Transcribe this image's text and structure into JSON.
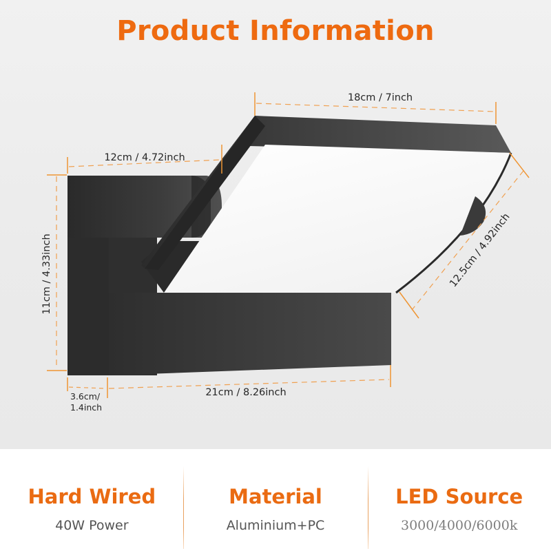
{
  "header": {
    "title": "Product Information"
  },
  "dimensions": {
    "top_width": "18cm / 7inch",
    "back_plate_width": "12cm / 4.72inch",
    "height": "11cm / 4.33inch",
    "panel_depth": "12.5cm / 4.92inch",
    "base_length": "21cm / 8.26inch",
    "thickness_line1": "3.6cm/",
    "thickness_line2": "1.4inch"
  },
  "specs": [
    {
      "title": "Hard Wired",
      "subtitle": "40W Power"
    },
    {
      "title": "Material",
      "subtitle": "Aluminium+PC"
    },
    {
      "title": "LED Source",
      "subtitle": "3000/4000/6000k"
    }
  ],
  "colors": {
    "accent_orange": "#ee6a10",
    "dimension_line": "#f0a050",
    "fixture_dark": "#3a3a3a",
    "background_gray": "#ececec"
  }
}
